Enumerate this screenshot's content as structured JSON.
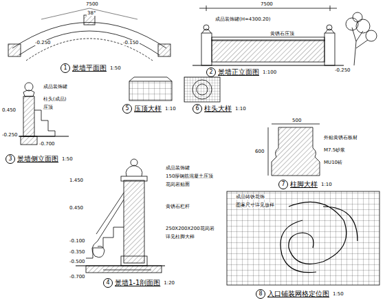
{
  "diagram": {
    "nodes": [
      {
        "text": [
          "1",
          "景墙平面图"
        ]
      },
      {
        "text": [
          "2",
          "景墙正立面图"
        ]
      },
      {
        "text": [
          "3",
          "景墙侧立面图"
        ]
      },
      {
        "text": [
          "5",
          "压顶大样"
        ]
      },
      {
        "text": [
          "6",
          "柱头大样"
        ]
      },
      {
        "text": [
          "7",
          "柱脚大样"
        ]
      },
      {
        "text": [
          "4",
          "景墙1-1剖面图"
        ]
      },
      {
        "text": [
          "8",
          "入口铺装网格定位图"
        ]
      }
    ],
    "labels": [
      "7500",
      "38°",
      "-0.250",
      "-0.150",
      "1:50",
      "7500",
      "成品装饰罐(H=4300.20)",
      "黄锈石压顶",
      "-0.250",
      "1:100",
      "成品装饰罐",
      "柱头(成品)",
      "压顶",
      "0.450",
      "-0.250",
      "-0.700",
      "1:50",
      "1:10",
      "1:10",
      "500",
      "600",
      "外贴黄锈石板材",
      "M7.5砂浆",
      "MU10砖",
      "1:10",
      "成品装饰罐",
      "150厚钢筋混凝土压顶",
      "花岗岩贴面",
      "黄锈石栏杆",
      "250X200X200花岗岩",
      "详见柱脚大样",
      "1.450",
      "0.450",
      "-0.100",
      "-0.350",
      "-0.500",
      "-0.700",
      "1:20",
      "成品铸铁花饰",
      "图案尺寸详见放样",
      "1:50"
    ]
  }
}
